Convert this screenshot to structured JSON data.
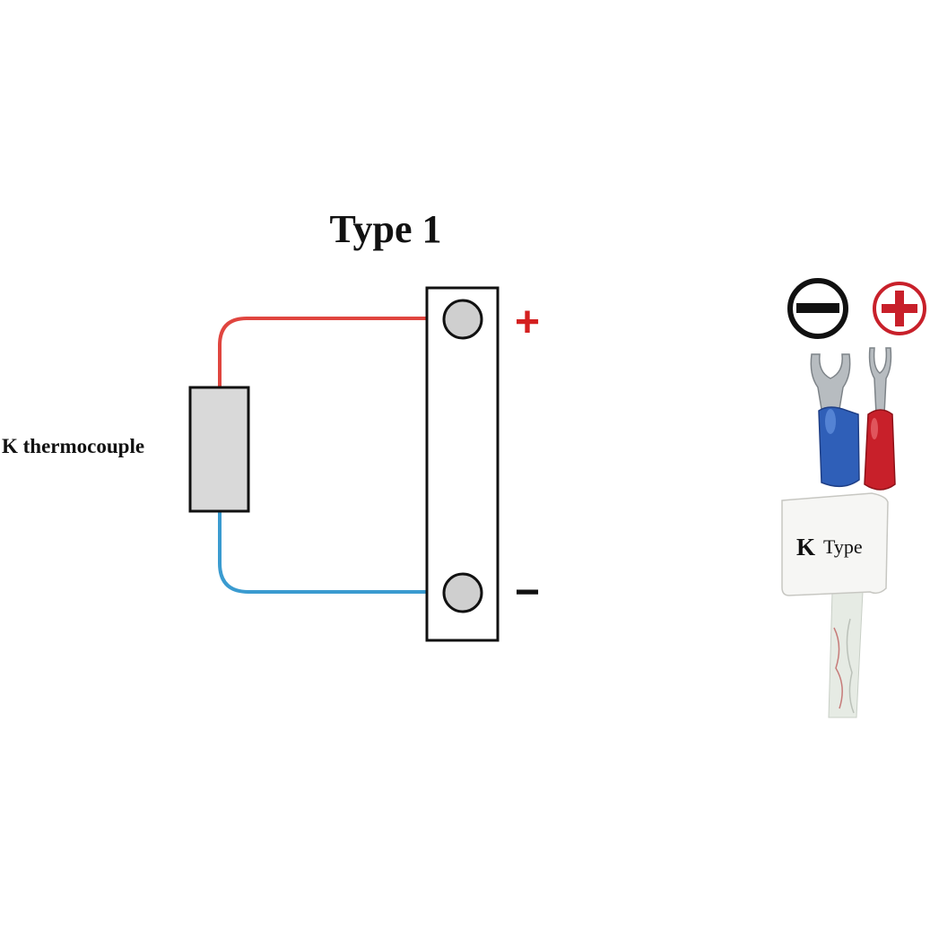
{
  "diagram": {
    "title": "Type 1",
    "sensor_label": "K thermocouple",
    "terminal_plus_label": "+",
    "terminal_minus_label": "−"
  },
  "photo": {
    "label_letter": "K",
    "label_text": "Type",
    "negative_symbol": "minus-circle-icon",
    "positive_symbol": "plus-circle-icon"
  },
  "colors": {
    "positive_wire": "#e0453f",
    "negative_wire": "#3a9bd0",
    "plus_sign": "#d42020",
    "minus_sign": "#111111",
    "terminal": "#cfcfcf",
    "sensor_body": "#d9d9d9",
    "blue_lug": "#2f5fb8",
    "red_lug": "#c8202a"
  }
}
